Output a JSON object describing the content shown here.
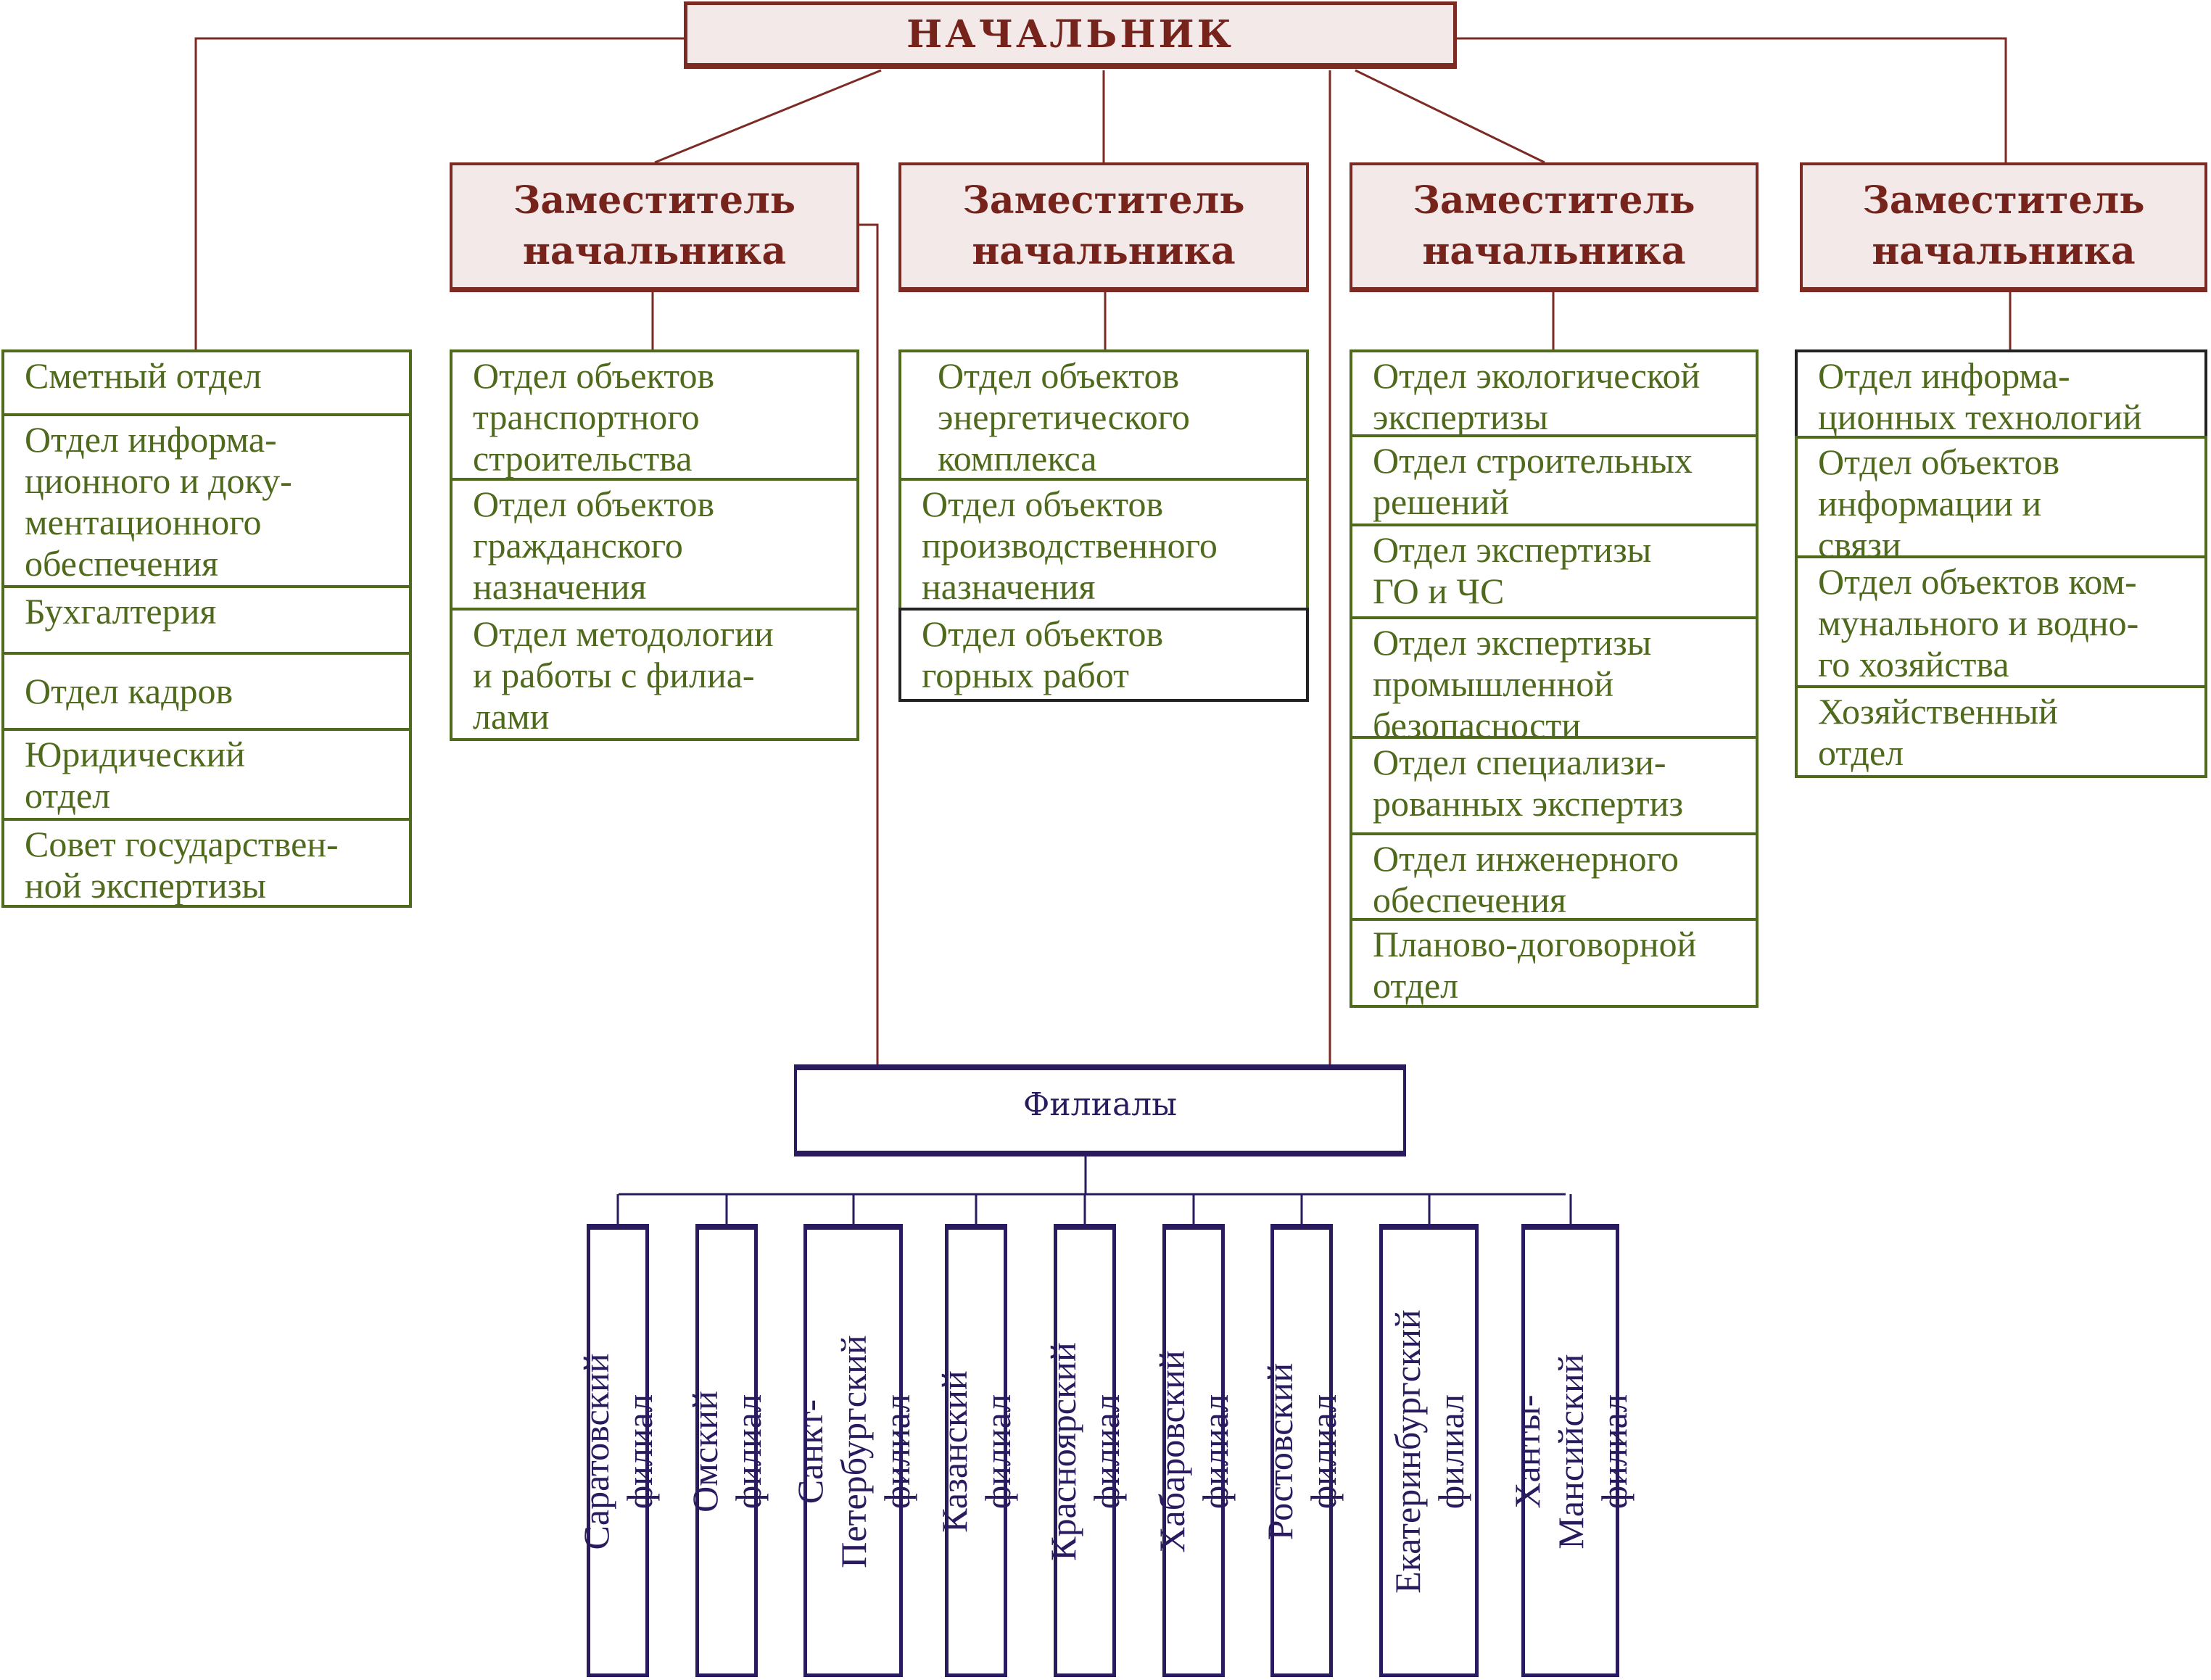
{
  "chief": {
    "title": "НАЧАЛЬНИК"
  },
  "deputies": [
    {
      "title": "Заместитель\nначальника"
    },
    {
      "title": "Заместитель\nначальника"
    },
    {
      "title": "Заместитель\nначальника"
    },
    {
      "title": "Заместитель\nначальника"
    }
  ],
  "direct_departments": [
    "Сметный отдел",
    "Отдел информа-\nционного и доку-\nментационного\nобеспечения",
    "Бухгалтерия",
    "Отдел кадров",
    "Юридический\nотдел",
    "Совет государствен-\nной экспертизы"
  ],
  "deputy_departments": [
    [
      "Отдел объектов\nтранспортного\nстроительства",
      "Отдел объектов\nгражданского\nназначения",
      "Отдел методологии\nи работы с филиа-\nлами"
    ],
    [
      "Отдел объектов\nэнергетического\nкомплекса",
      "Отдел объектов\nпроизводственного\nназначения",
      "Отдел объектов\nгорных работ"
    ],
    [
      "Отдел экологической\nэкспертизы",
      "Отдел строительных\nрешений",
      "Отдел экспертизы\nГО и ЧС",
      "Отдел экспертизы\nпромышленной\nбезопасности",
      "Отдел специализи-\nрованных экспертиз",
      "Отдел инженерного\nобеспечения",
      "Планово-договорной\nотдел"
    ],
    [
      "Отдел информа-\nционных технологий",
      "Отдел объектов\nинформации и\nсвязи",
      "Отдел объектов ком-\nмунального и водно-\nго хозяйства",
      "Хозяйственный\nотдел"
    ]
  ],
  "branches": {
    "title": "Филиалы",
    "items": [
      "Саратовский филиал",
      "Омский филиал",
      "Санкт-Петербургский\nфилиал",
      "Казанский филиал",
      "Красноярский филиал",
      "Хабаровский филиал",
      "Ростовский филиал",
      "Екатеринбургский\nфилиал",
      "Ханты-Мансийский\nфилиал"
    ]
  },
  "colors": {
    "management": "#7b2a24",
    "management_fill": "#f3e9e9",
    "departments": "#4f6a1c",
    "branches": "#2a1a5e"
  }
}
